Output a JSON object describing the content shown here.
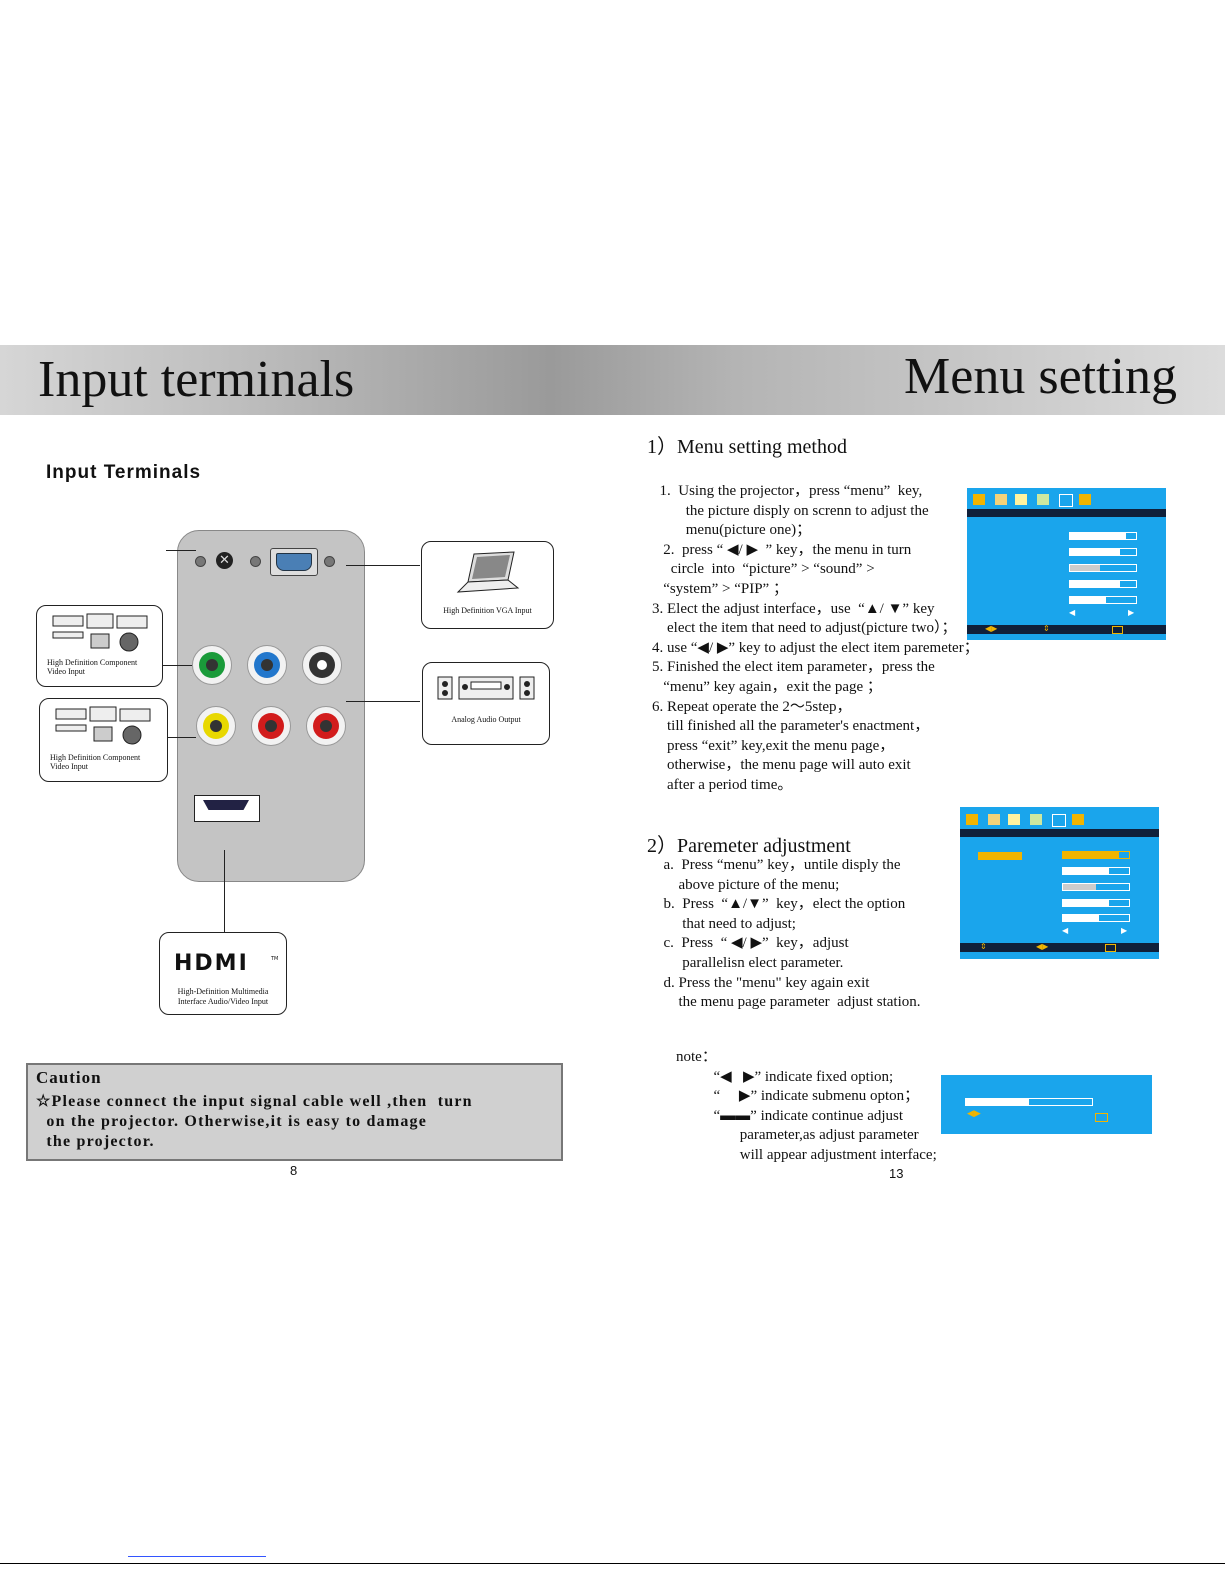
{
  "banner": {
    "left_title": "Input terminals",
    "right_title": "Menu setting"
  },
  "left": {
    "section_title": "Input Terminals",
    "labels": {
      "vga": "High Definition VGA Input",
      "component1": "High Definition Component\nVideo Input",
      "component2": "High Definition Component\nVideo Input",
      "audio": "Analog Audio Output",
      "hdmi_logo": "HDMI",
      "hdmi_tm": "TM",
      "hdmi": "High-Definition Multimedia\nInterface Audio/Video Input"
    },
    "caution": {
      "title": "Caution",
      "body": "☆Please connect the input signal cable well ,then  turn\n  on the projector. Otherwise,it is easy to damage\n  the projector."
    },
    "page_number": "8"
  },
  "right": {
    "heading1": "1）Menu setting method",
    "steps": "  1.  Using the projector，press “menu”  key,\n         the picture disply on screnn to adjust the\n         menu(picture one)；\n   2.  press “ ◀/ ▶  ” key，the menu in turn\n     circle  into  “picture” > “sound” >\n   “system” > “PIP” ；\n3. Elect the adjust interface，use  “▲/ ▼” key\n    elect the item that need to adjust(picture two）；\n4. use “◀/ ▶” key to adjust the elect item paremeter；\n5. Finished the elect item parameter，press the\n   “menu” key again，exit the page ；\n6. Repeat operate the 2～5step，\n    till finished all the parameter's enactment，\n    press “exit” key,exit the menu page，\n    otherwise，the menu page will auto exit\n    after a period time。",
    "heading2": "2）Paremeter  adjustment",
    "params": "  a.  Press “menu” key，untile disply the\n      above picture of the menu;\n  b.  Press  “▲/▼”  key，elect the option\n       that need to adjust;\n  c.  Press  “ ◀/ ▶”  key，adjust\n       parallelisn elect parameter.\n  d. Press the \"menu\" key again exit\n      the menu page parameter  adjust station.",
    "note": "note：\n          “◀   ▶” indicate fixed option;\n          “     ▶” indicate submenu opton；\n          “▬▬” indicate continue adjust\n                 parameter,as adjust parameter\n                 will appear adjustment interface;",
    "page_number": "13",
    "osd1_bars": [
      0.85,
      0.75,
      0.45,
      0.75,
      0.55
    ],
    "osd2_bars": [
      0.85,
      0.7,
      0.5,
      0.7,
      0.55
    ],
    "osd3_bar": 0.5,
    "colors": {
      "osd_blue": "#1aa5ec",
      "osd_dark": "#10203a",
      "highlight": "#f0b400"
    }
  }
}
